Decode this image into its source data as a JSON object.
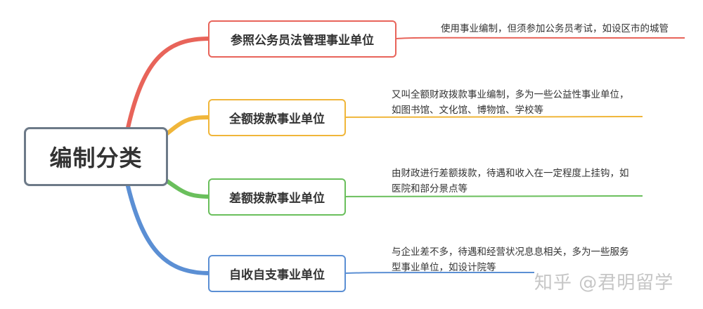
{
  "root": {
    "label": "编制分类"
  },
  "branches": [
    {
      "label": "参照公务员法管理事业单位",
      "note": [
        "使用事业编制，但须参加公务员考试，如设区市的城管"
      ],
      "color": "#e8645a"
    },
    {
      "label": "全额拨款事业单位",
      "note": [
        "又叫全额财政拨款事业编制，多为一些公益性事业单位，",
        "如图书馆、文化馆、博物馆、学校等"
      ],
      "color": "#f0b63a"
    },
    {
      "label": "差额拨款事业单位",
      "note": [
        "由财政进行差额拨款，待遇和收入在一定程度上挂钩，如",
        "医院和部分景点等"
      ],
      "color": "#6abf5c"
    },
    {
      "label": "自收自支事业单位",
      "note": [
        "与企业差不多，待遇和经营状况息息相关，多为一些服务",
        "型事业单位，如设计院等"
      ],
      "color": "#5b8fd4"
    }
  ],
  "watermark": "知乎 @君明留学"
}
